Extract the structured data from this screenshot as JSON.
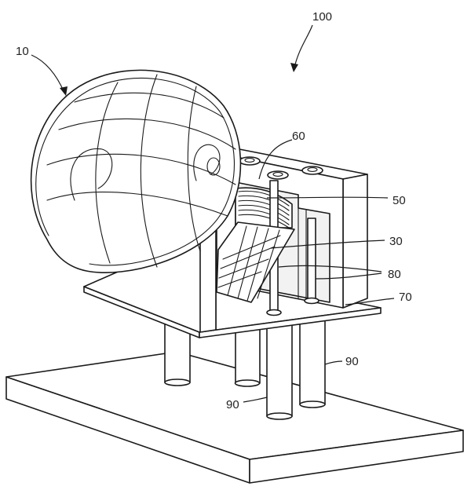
{
  "labels": {
    "assembly": "100",
    "dome": "10",
    "panel_holder": "30",
    "cooling_fins": "50",
    "housing": "60",
    "plate": "70",
    "rods": "80",
    "legs_right": "90",
    "legs_front": "90"
  }
}
